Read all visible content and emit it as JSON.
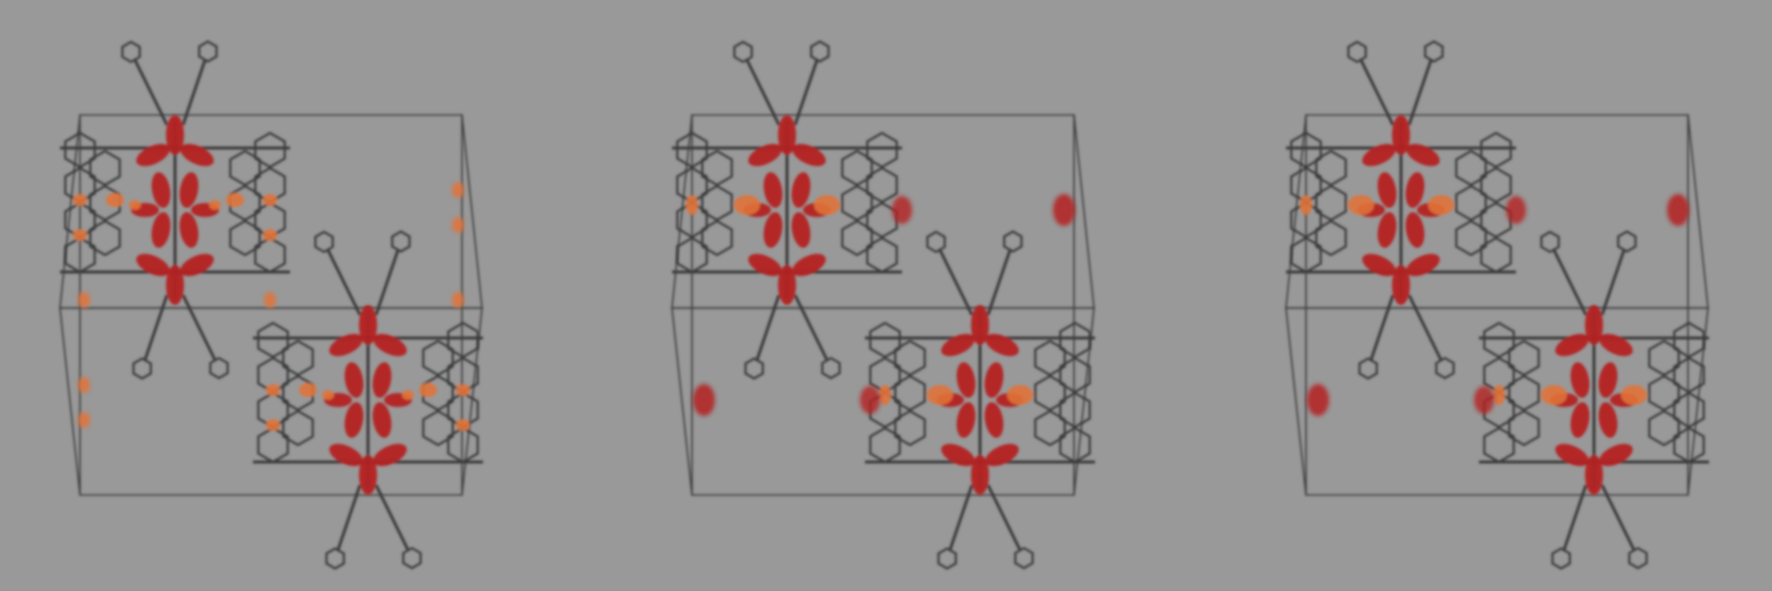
{
  "image": {
    "type": "molecular-crystal-packing-renderings",
    "panel_count": 3,
    "background_color": "#999999",
    "colors": {
      "bond": "#3a3a3a",
      "cell_edge": "#404040",
      "density_red": "#b51f1f",
      "density_orange": "#e0733a"
    },
    "panels": [
      {
        "id": "panel-1",
        "orange_blob_style": "speckled"
      },
      {
        "id": "panel-2",
        "orange_blob_style": "solid"
      },
      {
        "id": "panel-3",
        "orange_blob_style": "solid"
      }
    ]
  }
}
